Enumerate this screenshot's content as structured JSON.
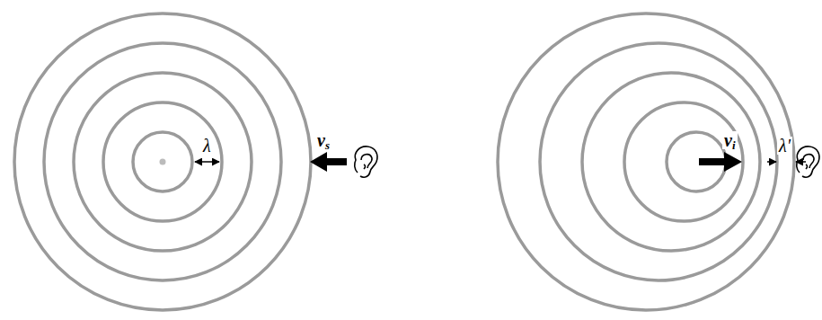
{
  "diagram": {
    "labels": [
      "λ",
      "vs",
      "vi",
      "λ'"
    ]
  }
}
